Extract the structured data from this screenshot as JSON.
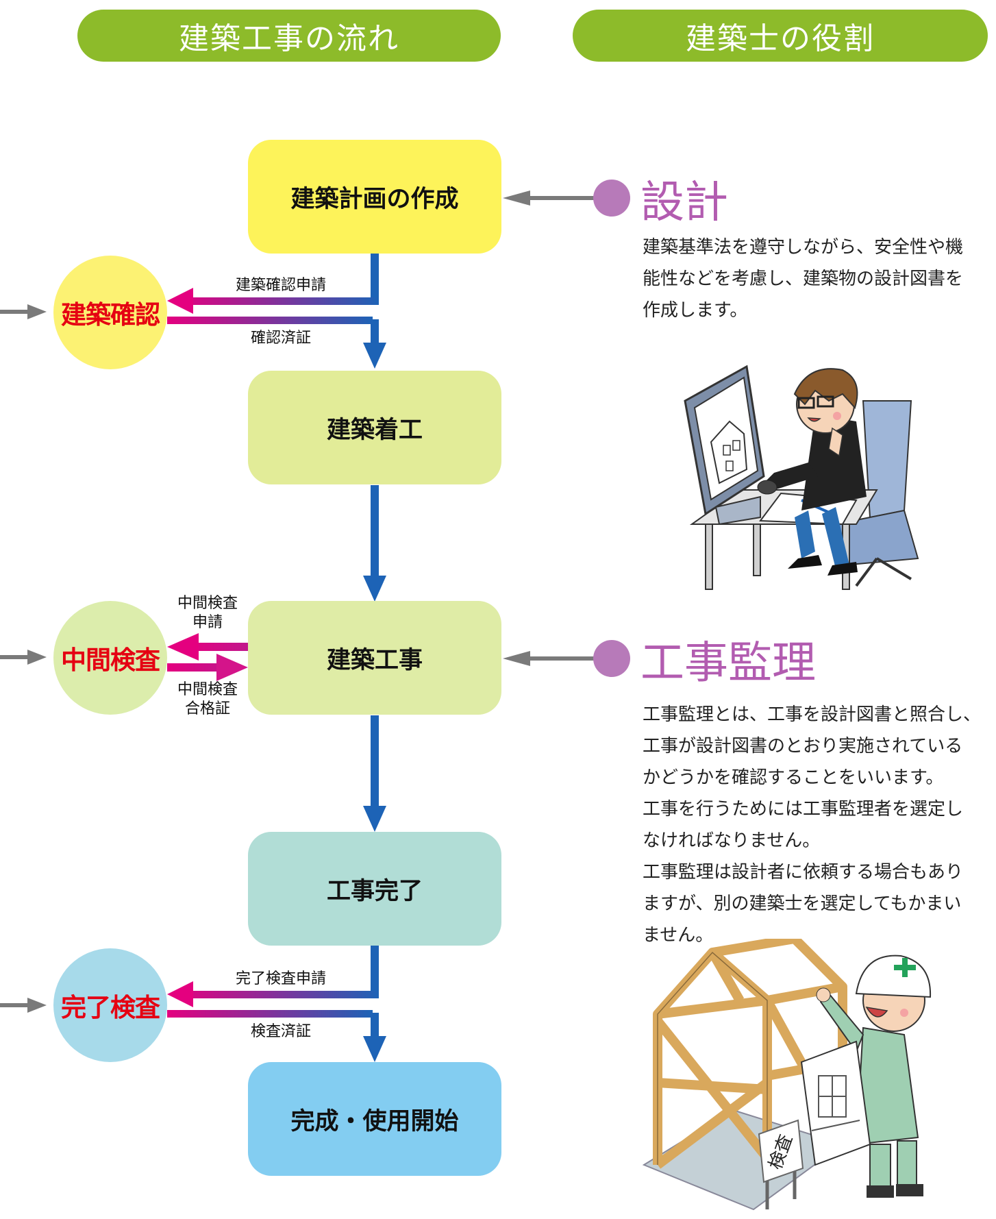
{
  "headers": {
    "left": "建築工事の流れ",
    "right": "建築士の役割"
  },
  "flow": {
    "steps": {
      "plan": "建築計画の作成",
      "start": "建築着工",
      "construction": "建築工事",
      "completion": "工事完了",
      "finish": "完成・使用開始"
    },
    "inspections": {
      "confirmation": "建築確認",
      "interim": "中間検査",
      "final": "完了検査"
    },
    "labels": {
      "confirmation_request": "建築確認申請",
      "confirmation_cert": "確認済証",
      "interim_request_line1": "中間検査",
      "interim_request_line2": "申請",
      "interim_cert_line1": "中間検査",
      "interim_cert_line2": "合格証",
      "final_request": "完了検査申請",
      "final_cert": "検査済証"
    }
  },
  "roles": {
    "design": {
      "title": "設計",
      "text": "建築基準法を遵守しながら、安全性や機能性などを考慮し、建築物の設計図書を作成します。",
      "lines": [
        "建築基準法を遵守しながら、安全性や機",
        "能性などを考慮し、建築物の設計図書を",
        "作成します。"
      ]
    },
    "supervision": {
      "title": "工事監理",
      "lines": [
        "工事監理とは、工事を設計図書と照合し、",
        "工事が設計図書のとおり実施されている",
        "かどうかを確認することをいいます。",
        "工事を行うためには工事監理者を選定し",
        "なければなりません。",
        "工事監理は設計者に依頼する場合もあり",
        "ますが、別の建築士を選定してもかまい",
        "ません。"
      ]
    },
    "sign_text": "検査"
  },
  "colors": {
    "header": "#8dbb2a",
    "plan": "#fdf35a",
    "start": "#e2ec98",
    "construction": "#dfeca6",
    "completion": "#b1ddd6",
    "finish": "#83cdf1",
    "circle_confirm": "#fcf273",
    "circle_interim": "#dcedac",
    "circle_final": "#a7daea",
    "flow_arrow": "#1d63b6",
    "gradient_start": "#e4007f",
    "role_title": "#b25cb0",
    "inspection_text": "#e50012"
  }
}
